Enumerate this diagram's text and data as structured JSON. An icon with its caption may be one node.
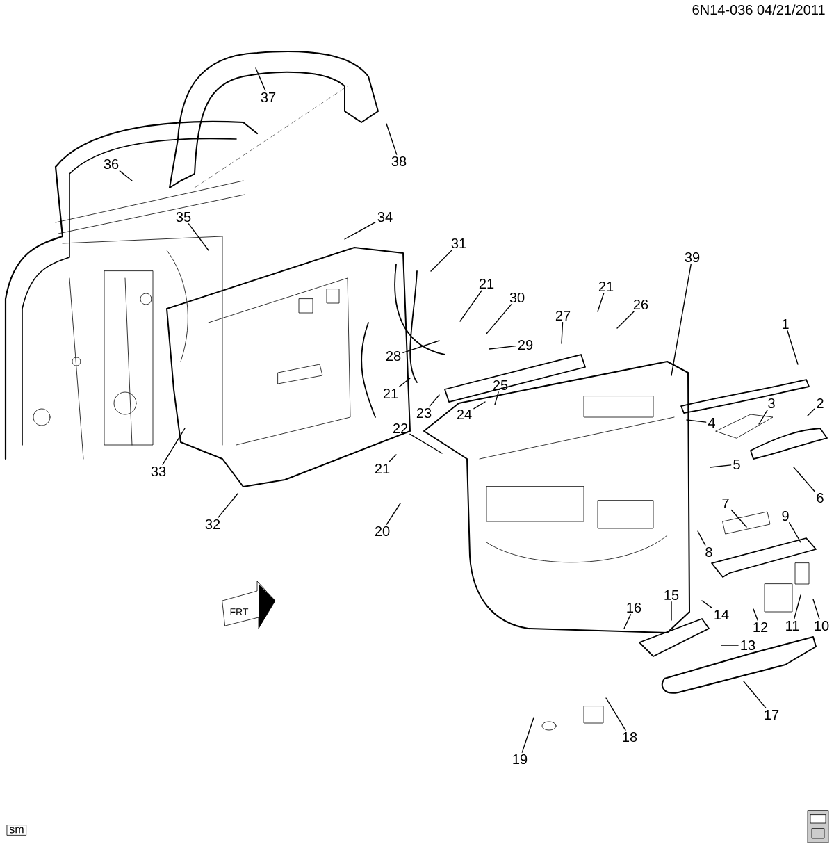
{
  "diagram": {
    "nodes": [
      {
        "text": [
          "1"
        ]
      },
      {
        "text": [
          "2"
        ]
      },
      {
        "text": [
          "3"
        ]
      },
      {
        "text": [
          "4"
        ]
      },
      {
        "text": [
          "5"
        ]
      },
      {
        "text": [
          "6"
        ]
      },
      {
        "text": [
          "7"
        ]
      },
      {
        "text": [
          "8"
        ]
      },
      {
        "text": [
          "9"
        ]
      },
      {
        "text": [
          "10"
        ]
      },
      {
        "text": [
          "11"
        ]
      },
      {
        "text": [
          "12"
        ]
      },
      {
        "text": [
          "13"
        ]
      },
      {
        "text": [
          "14"
        ]
      },
      {
        "text": [
          "15"
        ]
      },
      {
        "text": [
          "16"
        ]
      },
      {
        "text": [
          "17"
        ]
      },
      {
        "text": [
          "18"
        ]
      },
      {
        "text": [
          "19"
        ]
      },
      {
        "text": [
          "20"
        ]
      },
      {
        "text": [
          "21"
        ]
      },
      {
        "text": [
          "21"
        ]
      },
      {
        "text": [
          "21"
        ]
      },
      {
        "text": [
          "21"
        ]
      },
      {
        "text": [
          "22"
        ]
      },
      {
        "text": [
          "23"
        ]
      },
      {
        "text": [
          "24"
        ]
      },
      {
        "text": [
          "25"
        ]
      },
      {
        "text": [
          "26"
        ]
      },
      {
        "text": [
          "27"
        ]
      },
      {
        "text": [
          "28"
        ]
      },
      {
        "text": [
          "29"
        ]
      },
      {
        "text": [
          "30"
        ]
      },
      {
        "text": [
          "31"
        ]
      },
      {
        "text": [
          "32"
        ]
      },
      {
        "text": [
          "33"
        ]
      },
      {
        "text": [
          "34"
        ]
      },
      {
        "text": [
          "35"
        ]
      },
      {
        "text": [
          "36"
        ]
      },
      {
        "text": [
          "37"
        ]
      },
      {
        "text": [
          "38"
        ]
      },
      {
        "text": [
          "39"
        ]
      }
    ],
    "edges": [
      {
        "from": 0,
        "to": null,
        "arrow": "none"
      },
      {
        "from": 1,
        "to": null,
        "arrow": "none"
      },
      {
        "from": 2,
        "to": null,
        "arrow": "none"
      },
      {
        "from": 3,
        "to": null,
        "arrow": "none"
      },
      {
        "from": 4,
        "to": null,
        "arrow": "none"
      },
      {
        "from": 5,
        "to": null,
        "arrow": "none"
      },
      {
        "from": 6,
        "to": null,
        "arrow": "none"
      },
      {
        "from": 7,
        "to": null,
        "arrow": "none"
      },
      {
        "from": 8,
        "to": null,
        "arrow": "none"
      },
      {
        "from": 9,
        "to": null,
        "arrow": "none"
      },
      {
        "from": 10,
        "to": null,
        "arrow": "none"
      },
      {
        "from": 11,
        "to": null,
        "arrow": "none"
      },
      {
        "from": 12,
        "to": null,
        "arrow": "none"
      },
      {
        "from": 13,
        "to": null,
        "arrow": "none"
      },
      {
        "from": 14,
        "to": null,
        "arrow": "none"
      },
      {
        "from": 15,
        "to": null,
        "arrow": "none"
      },
      {
        "from": 16,
        "to": null,
        "arrow": "none"
      },
      {
        "from": 17,
        "to": null,
        "arrow": "none"
      },
      {
        "from": 18,
        "to": null,
        "arrow": "none"
      },
      {
        "from": 19,
        "to": null,
        "arrow": "none"
      },
      {
        "from": 20,
        "to": null,
        "arrow": "none"
      },
      {
        "from": 21,
        "to": null,
        "arrow": "none"
      },
      {
        "from": 22,
        "to": null,
        "arrow": "none"
      },
      {
        "from": 23,
        "to": null,
        "arrow": "none"
      },
      {
        "from": 24,
        "to": null,
        "arrow": "none"
      },
      {
        "from": 25,
        "to": null,
        "arrow": "none"
      },
      {
        "from": 26,
        "to": null,
        "arrow": "none"
      },
      {
        "from": 27,
        "to": null,
        "arrow": "none"
      },
      {
        "from": 28,
        "to": null,
        "arrow": "none"
      },
      {
        "from": 29,
        "to": null,
        "arrow": "none"
      },
      {
        "from": 30,
        "to": null,
        "arrow": "none"
      },
      {
        "from": 31,
        "to": null,
        "arrow": "none"
      },
      {
        "from": 32,
        "to": null,
        "arrow": "none"
      },
      {
        "from": 33,
        "to": null,
        "arrow": "none"
      },
      {
        "from": 34,
        "to": null,
        "arrow": "none"
      },
      {
        "from": 35,
        "to": null,
        "arrow": "none"
      },
      {
        "from": 36,
        "to": null,
        "arrow": "none"
      },
      {
        "from": 37,
        "to": null,
        "arrow": "none"
      },
      {
        "from": 38,
        "to": null,
        "arrow": "none"
      },
      {
        "from": 39,
        "to": null,
        "arrow": "none"
      },
      {
        "from": 40,
        "to": null,
        "arrow": "none"
      },
      {
        "from": 41,
        "to": null,
        "arrow": "none"
      }
    ],
    "labels": [
      "6N14-036  04/21/2011",
      "FRT",
      "sm"
    ]
  }
}
